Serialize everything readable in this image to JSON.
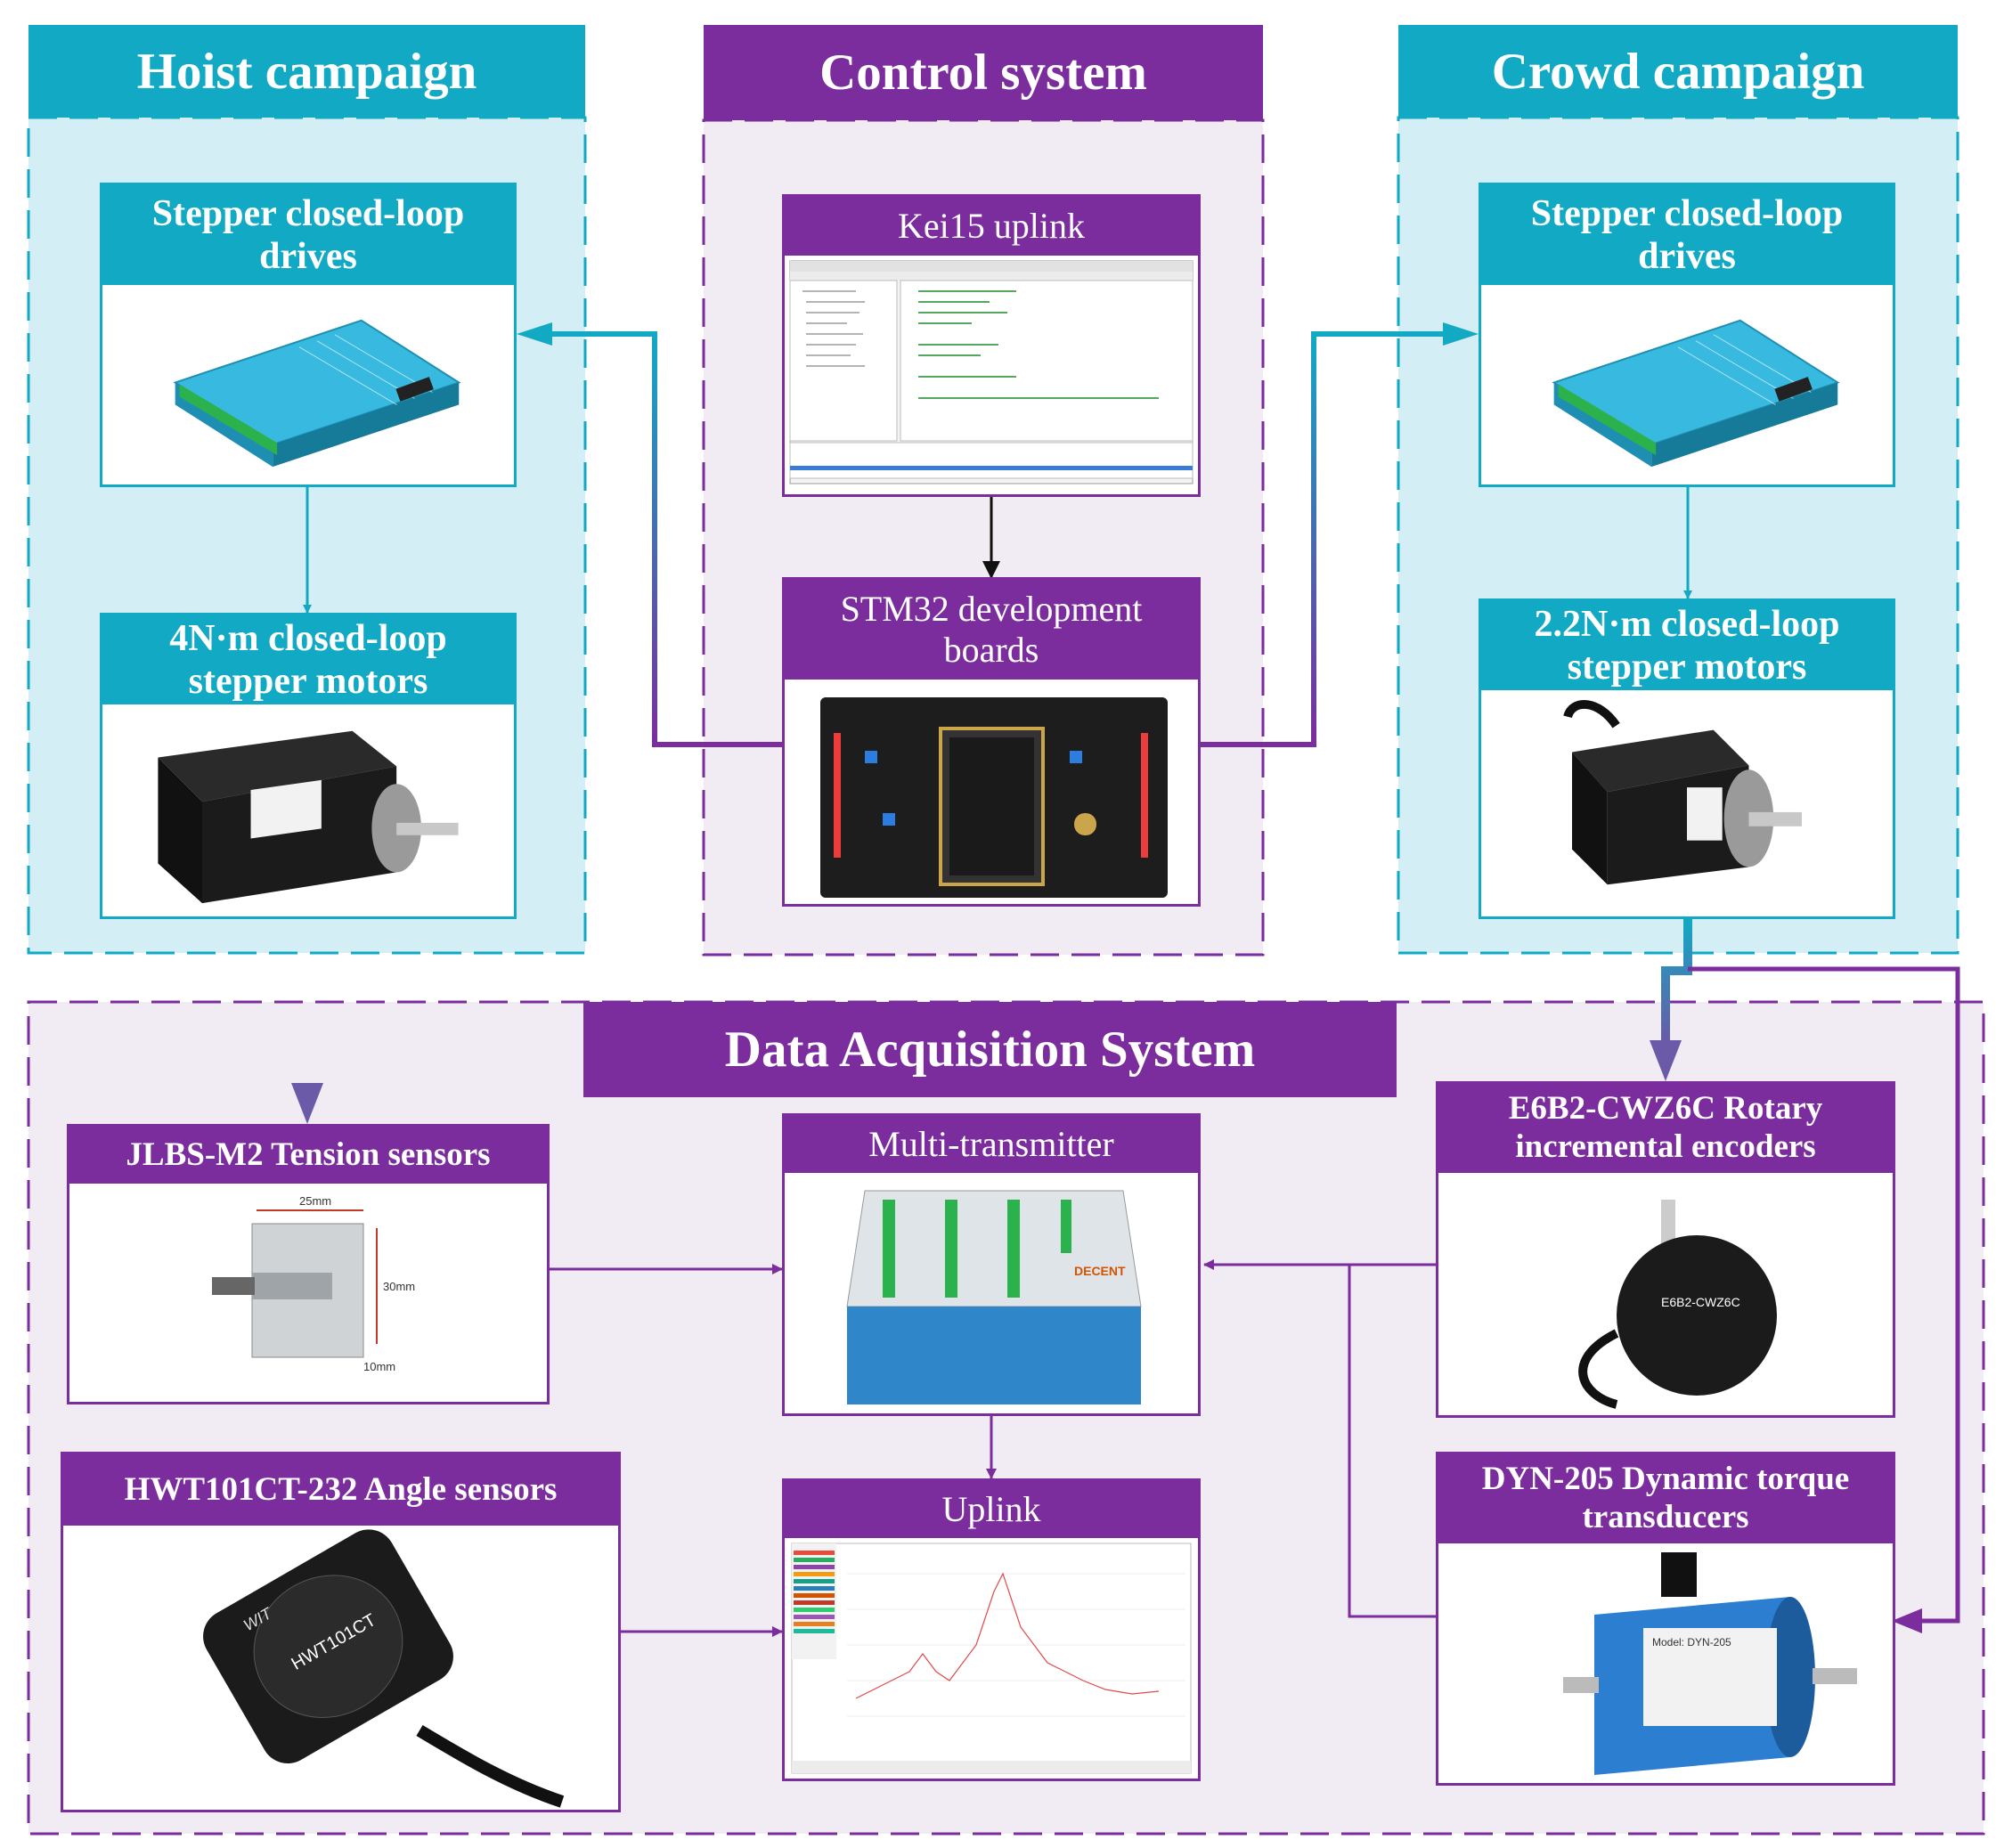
{
  "sections": {
    "hoist": "Hoist campaign",
    "control": "Control system",
    "crowd": "Crowd campaign",
    "daq": "Data Acquisition System"
  },
  "boxes": {
    "hoist_drives": "Stepper closed-loop drives",
    "hoist_motor": "4N·m closed-loop stepper motors",
    "keil": "Kei15 uplink",
    "stm32": "STM32 development boards",
    "crowd_drives": "Stepper closed-loop drives",
    "crowd_motor": "2.2N·m closed-loop stepper motors",
    "tension": "JLBS-M2 Tension sensors",
    "transmitter": "Multi-transmitter",
    "encoder": "E6B2-CWZ6C Rotary incremental encoders",
    "angle": "HWT101CT-232 Angle sensors",
    "uplink": "Uplink",
    "torque": "DYN-205 Dynamic torque transducers"
  },
  "image_text": {
    "dim_width": "25mm",
    "dim_height": "30mm",
    "dim_depth": "10mm",
    "transmitter_brand": "DECENT",
    "encoder_model": "E6B2-CWZ6C",
    "angle_model": "HWT101CT",
    "angle_brand": "WIT",
    "torque_model": "Model: DYN-205"
  },
  "colors": {
    "teal": "#12a9c4",
    "purple": "#7b2d9d",
    "light_teal": "#d4eef5",
    "light_purple": "#f1ecf4"
  }
}
